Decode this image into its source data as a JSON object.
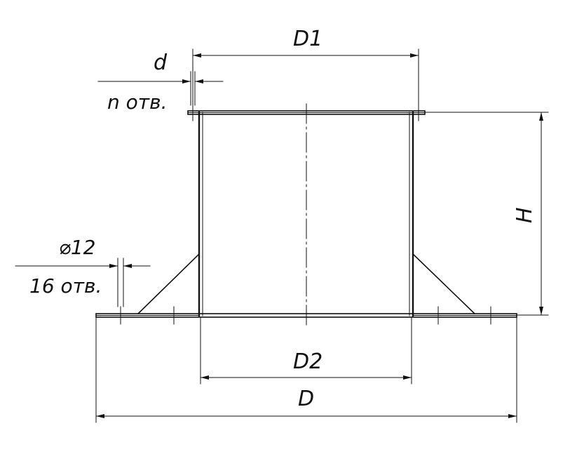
{
  "labels": {
    "D1": "D1",
    "d": "d",
    "n_holes": "n отв.",
    "H": "H",
    "diam_small": "⌀12",
    "count_holes": "16 отв.",
    "D2": "D2",
    "D": "D"
  },
  "colors": {
    "line": "#111111",
    "background": "#ffffff"
  }
}
